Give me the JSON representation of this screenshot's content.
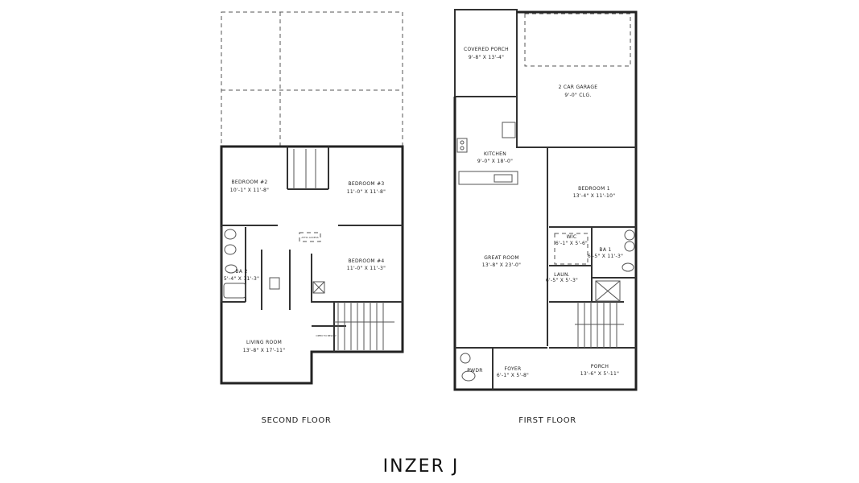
{
  "plan_title": "INZER J",
  "second_floor": {
    "caption": "SECOND FLOOR",
    "rooms": [
      {
        "name": "BEDROOM #2",
        "size": "10'-1\" X 11'-8\""
      },
      {
        "name": "BEDROOM #3",
        "size": "11'-0\" X 11'-8\""
      },
      {
        "name": "BEDROOM #4",
        "size": "11'-0\" X 11'-3\""
      },
      {
        "name": "BA 2",
        "size": "5'-4\" X 11'-3\""
      },
      {
        "name": "LIVING ROOM",
        "size": "13'-8\" X 17'-11\""
      }
    ],
    "notes": {
      "attic": "ATTIC ACCESS",
      "open": "OPEN TO BELOW"
    }
  },
  "first_floor": {
    "caption": "FIRST FLOOR",
    "rooms": [
      {
        "name": "COVERED PORCH",
        "size": "9'-8\" X 13'-4\""
      },
      {
        "name": "2 CAR GARAGE",
        "size": "9'-0\" CLG."
      },
      {
        "name": "KITCHEN",
        "size": "9'-0\" X 18'-0\""
      },
      {
        "name": "BEDROOM 1",
        "size": "13'-4\" X 11'-10\""
      },
      {
        "name": "GREAT ROOM",
        "size": "13'-8\" X 23'-0\""
      },
      {
        "name": "WIC",
        "size": "6'-1\" X 5'-6\""
      },
      {
        "name": "BA 1",
        "size": "6'-5\" X 11'-3\""
      },
      {
        "name": "LAUN.",
        "size": "6'-5\" X 5'-3\""
      },
      {
        "name": "PWDR",
        "size": ""
      },
      {
        "name": "FOYER",
        "size": "6'-1\" X 5'-8\""
      },
      {
        "name": "PORCH",
        "size": "13'-6\" X 5'-11\""
      }
    ]
  }
}
